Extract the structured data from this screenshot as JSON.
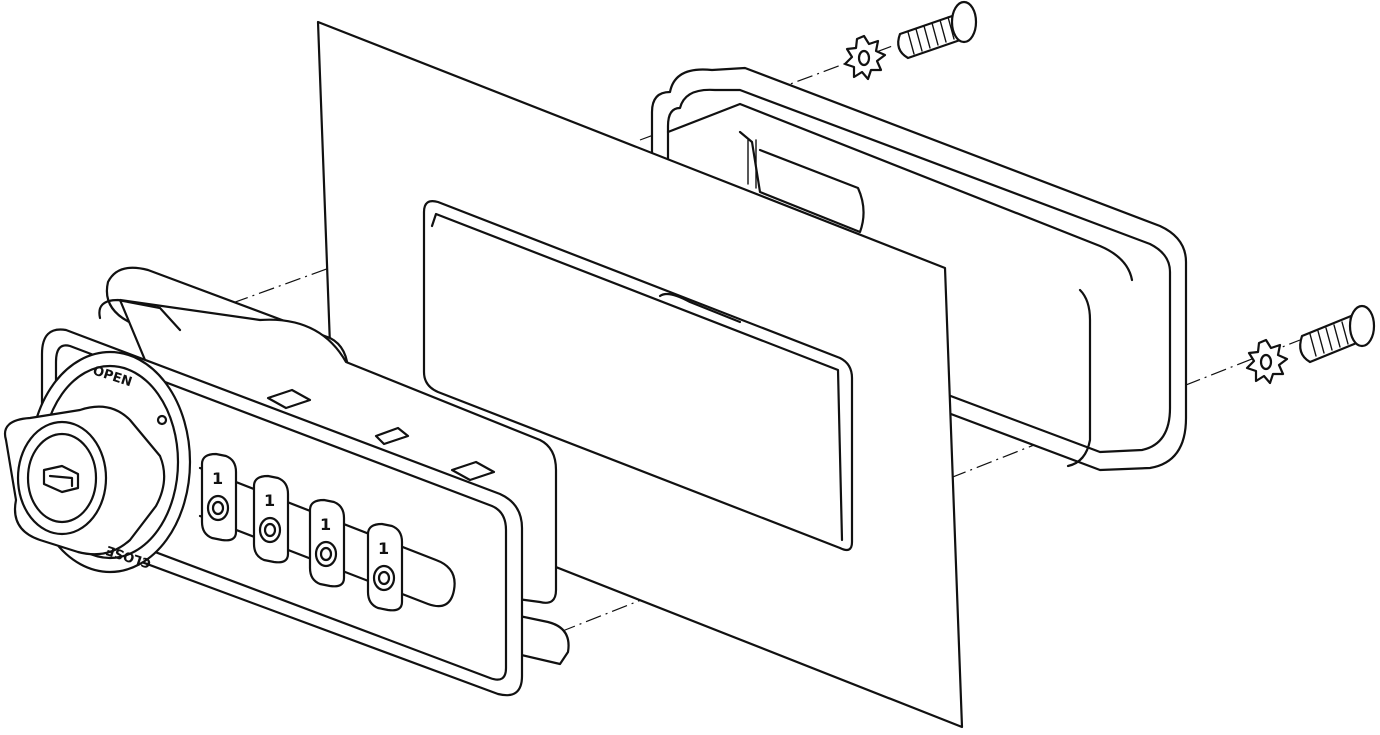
{
  "diagram": {
    "labels": {
      "open": "OPEN",
      "close": "CLOSE"
    },
    "dials": [
      "1",
      "1",
      "1",
      "1"
    ],
    "colors": {
      "line": "#111111",
      "fill": "#ffffff"
    }
  }
}
